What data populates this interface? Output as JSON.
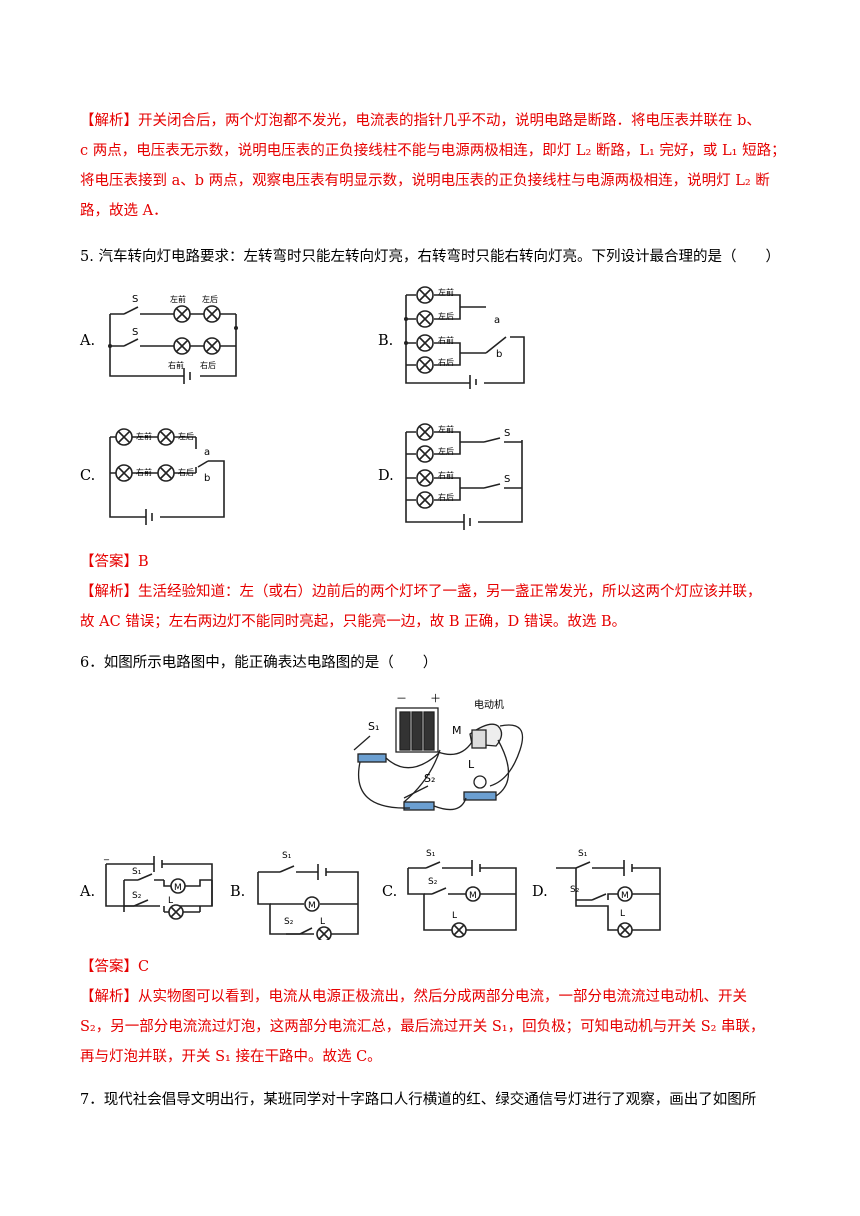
{
  "analysis_q4": {
    "line1": "【解析】开关闭合后，两个灯泡都不发光，电流表的指针几乎不动，说明电路是断路．将电压表并联在 b、",
    "line2": "c 两点，电压表无示数，说明电压表的正负接线柱不能与电源两极相连，即灯 L₂ 断路，L₁ 完好，或 L₁ 短路；",
    "line3": "将电压表接到 a、b 两点，观察电压表有明显示数，说明电压表的正负接线柱与电源两极相连，说明灯 L₂ 断",
    "line4": "路，故选 A．"
  },
  "q5": {
    "stem": "5. 汽车转向灯电路要求：左转弯时只能左转向灯亮，右转弯时只能右转向灯亮。下列设计最合理的是（　　）",
    "options": [
      "A.",
      "B.",
      "C.",
      "D."
    ],
    "lamp_labels": {
      "left_front": "左前",
      "left_back": "左后",
      "right_front": "右前",
      "right_back": "右后"
    },
    "switch_label": "S",
    "contact_a": "a",
    "contact_b": "b",
    "answer": "【答案】B",
    "analysis_line1": "【解析】生活经验知道：左（或右）边前后的两个灯坏了一盏，另一盏正常发光，所以这两个灯应该并联，",
    "analysis_line2": "故 AC 错误；左右两边灯不能同时亮起，只能亮一边，故 B 正确，D 错误。故选 B。"
  },
  "q6": {
    "stem": "6．如图所示电路图中，能正确表达电路图的是（　　）",
    "photo_labels": {
      "minus": "－",
      "plus": "＋",
      "motor": "电动机",
      "m": "M",
      "l": "L",
      "s1": "S₁",
      "s2": "S₂"
    },
    "options": [
      "A.",
      "B.",
      "C.",
      "D."
    ],
    "circuit_labels": {
      "s1": "S₁",
      "s2": "S₂",
      "m": "M",
      "l": "L",
      "dash": "_"
    },
    "answer": "【答案】C",
    "analysis_line1": "【解析】从实物图可以看到，电流从电源正极流出，然后分成两部分电流，一部分电流流过电动机、开关",
    "analysis_line2": "S₂，另一部分电流流过灯泡，这两部分电流汇总，最后流过开关 S₁，回负极；可知电动机与开关 S₂ 串联，",
    "analysis_line3": "再与灯泡并联，开关 S₁ 接在干路中。故选 C。"
  },
  "q7": {
    "stem": "7．现代社会倡导文明出行，某班同学对十字路口人行横道的红、绿交通信号灯进行了观察，画出了如图所"
  },
  "colors": {
    "red": "#e60000",
    "black": "#000000"
  }
}
